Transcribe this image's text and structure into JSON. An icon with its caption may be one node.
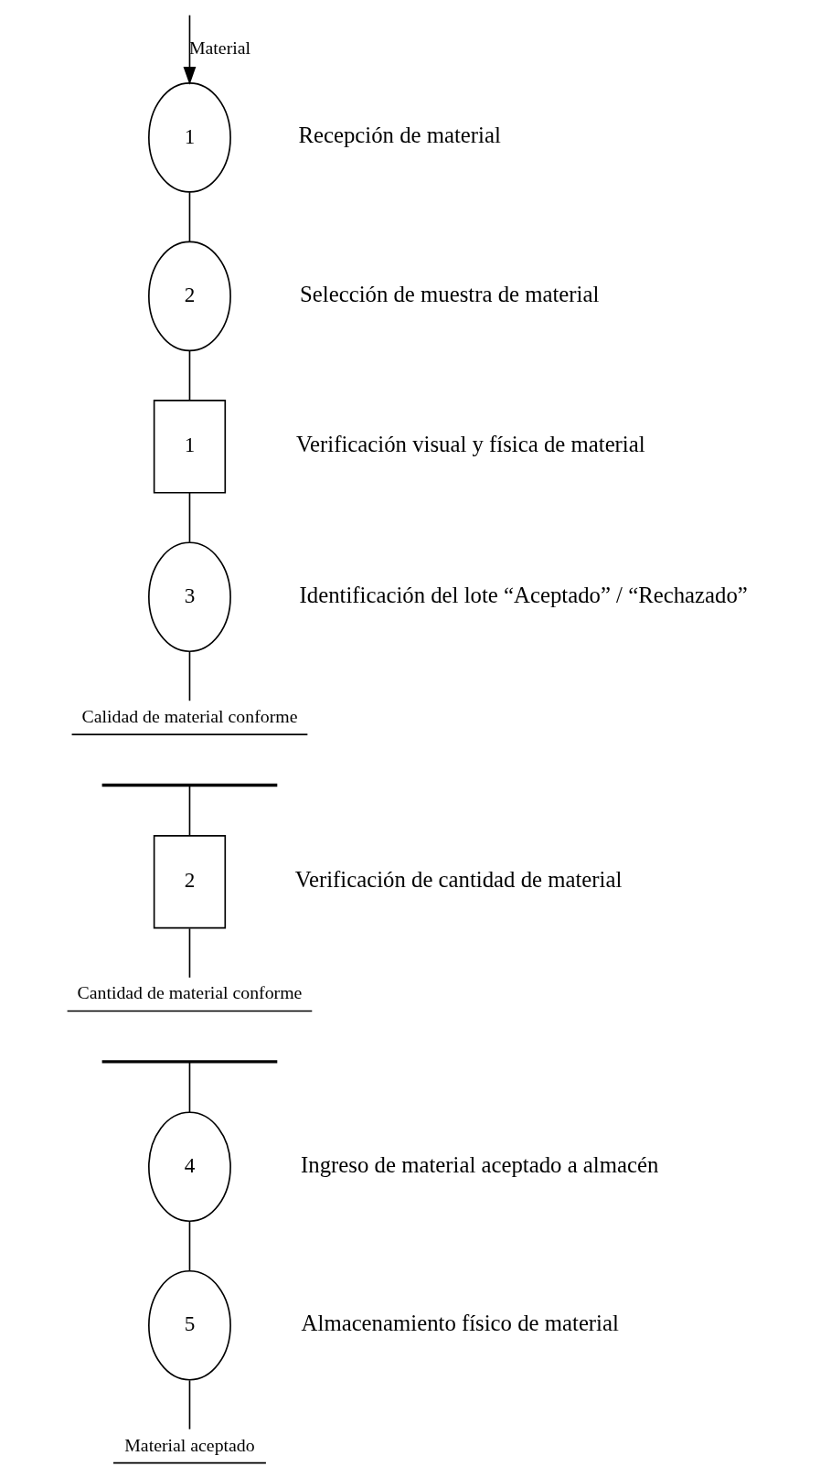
{
  "diagram": {
    "nodes": [
      {
        "text": [
          "1"
        ],
        "beside": [
          "Recepción de material"
        ]
      },
      {
        "text": [
          "2"
        ],
        "beside": [
          "Selección de muestra de material"
        ]
      },
      {
        "text": [
          "1"
        ],
        "beside": [
          "Verificación visual y física de material"
        ]
      },
      {
        "text": [
          "3"
        ],
        "beside": [
          "Identificación del lote “Aceptado” / “Rechazado”"
        ]
      },
      {
        "text": [
          "Calidad de material conforme"
        ]
      },
      {
        "text": [],
        "shape": "bar"
      },
      {
        "text": [
          "2"
        ],
        "beside": [
          "Verificación de cantidad de material"
        ]
      },
      {
        "text": [
          "Cantidad de material conforme"
        ]
      },
      {
        "text": [],
        "shape": "bar"
      },
      {
        "text": [
          "4"
        ],
        "beside": [
          "Ingreso de material aceptado a almacén"
        ]
      },
      {
        "text": [
          "5"
        ],
        "beside": [
          "Almacenamiento físico de material"
        ]
      },
      {
        "text": [
          "Material aceptado"
        ]
      }
    ],
    "edges": [
      {
        "from": null,
        "to": 0,
        "arrow": "to",
        "label": "Material"
      },
      {
        "from": 0,
        "to": 1,
        "arrow": "none"
      },
      {
        "from": 1,
        "to": 2,
        "arrow": "none"
      },
      {
        "from": 2,
        "to": 3,
        "arrow": "none"
      },
      {
        "from": 3,
        "to": 4,
        "arrow": "none"
      },
      {
        "from": 5,
        "to": 6,
        "arrow": "none"
      },
      {
        "from": 6,
        "to": 7,
        "arrow": "none"
      },
      {
        "from": 8,
        "to": 9,
        "arrow": "none"
      },
      {
        "from": 9,
        "to": 10,
        "arrow": "none"
      },
      {
        "from": 10,
        "to": 11,
        "arrow": "none"
      }
    ]
  }
}
